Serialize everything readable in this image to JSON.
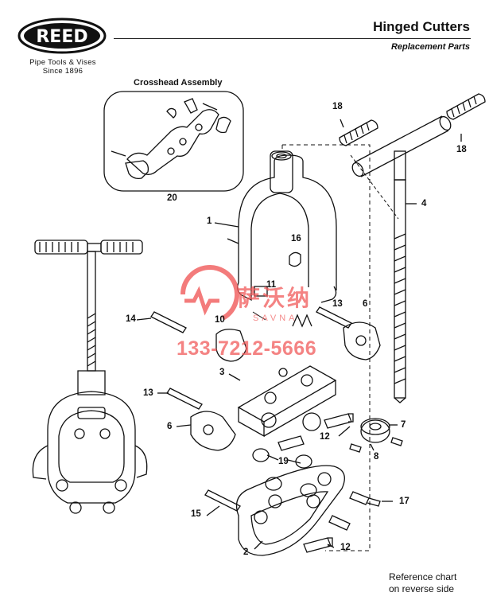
{
  "brand": {
    "logo_text": "REED",
    "tagline_line1": "Pipe Tools & Vises",
    "tagline_line2": "Since 1896"
  },
  "header": {
    "title": "Hinged Cutters",
    "subtitle": "Replacement Parts"
  },
  "crosshead": {
    "label": "Crosshead Assembly",
    "part_number": "20"
  },
  "callouts": {
    "c1": "1",
    "c2": "2",
    "c3": "3",
    "c4": "4",
    "c6a": "6",
    "c6b": "6",
    "c7": "7",
    "c8": "8",
    "c10": "10",
    "c11": "11",
    "c12a": "12",
    "c12b": "12",
    "c13a": "13",
    "c13b": "13",
    "c14": "14",
    "c15": "15",
    "c16": "16",
    "c17": "17",
    "c18a": "18",
    "c18b": "18",
    "c19": "19"
  },
  "footer": {
    "note_line1": "Reference chart",
    "note_line2": "on reverse side"
  },
  "watermark": {
    "brand_cn": "萨沃纳",
    "brand_en": "SAVNA",
    "phone": "133-7212-5666"
  }
}
